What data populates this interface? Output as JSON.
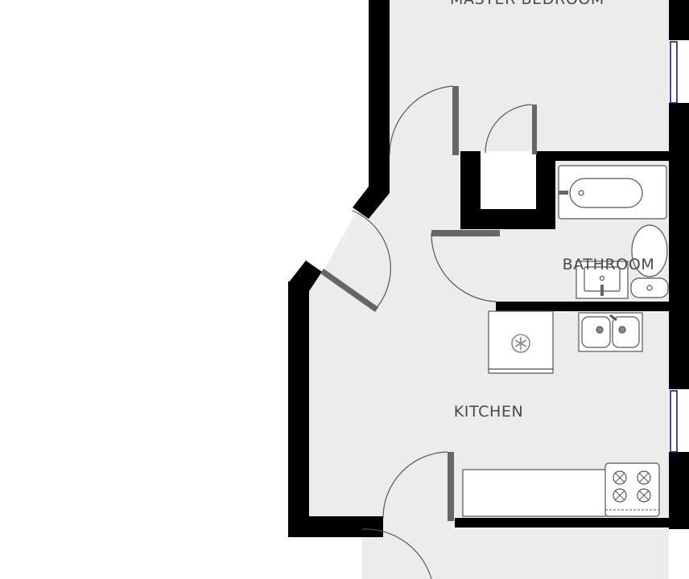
{
  "rooms": {
    "master_bedroom": "MASTER BEDROOM",
    "bathroom": "BATHROOM",
    "kitchen": "KITCHEN"
  },
  "colors": {
    "floor": "#ececec",
    "wall": "#000000",
    "door_leaf": "#666666",
    "window_frame": "#1a1a6e",
    "label": "#4a4a4a"
  },
  "icons": [
    "door-swing",
    "bathtub",
    "toilet",
    "washbasin",
    "sink-double",
    "fridge-snowflake-icon",
    "hob-burners"
  ]
}
